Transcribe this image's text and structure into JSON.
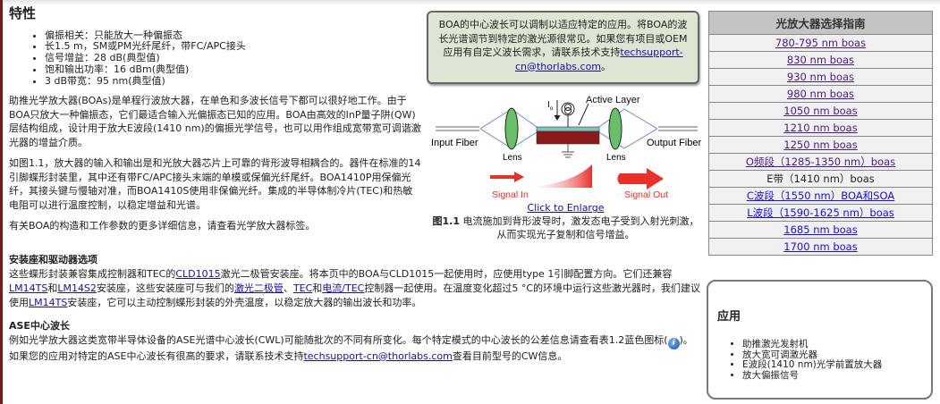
{
  "features": {
    "title": "特性",
    "items": [
      "偏振相关：只能放大一种偏振态",
      "长1.5 m，SM或PM光纤尾纤，带FC/APC接头",
      "信号增益：28 dB(典型值)",
      "饱和输出功率：16 dBm(典型值)",
      "3 dB带宽：95 nm(典型值)"
    ],
    "para1": "助推光学放大器(BOAs)是单程行波放大器，在单色和多波长信号下都可以很好地工作。由于BOA只放大一种偏振态，它们最适合输入光偏振态已知的应用。BOA由高效的InP量子阱(QW)层结构组成，设计用于放大E波段(1410 nm)的偏振光学信号，也可以用作组成宽带宽可调谐激光器的增益介质。",
    "para2": "如图1.1，放大器的输入和输出是和光放大器芯片上可靠的背形波导相耦合的。器件在标准的14引脚蝶形封装里，其中还有带FC/APC接头末端的单模或保偏光纤尾纤。BOA1410P用保偏光纤，其接头键与慢轴对准，而BOA1410S使用非保偏光纤。集成的半导体制冷片(TEC)和热敏电阻可以进行温度控制，以稳定增益和光谱。",
    "para3": "有关BOA的构造和工作参数的更多详细信息，请查看光学放大器标签。"
  },
  "mounts": {
    "title": "安装座和驱动器选项",
    "t1": "这些蝶形封装兼容集成控制器和TEC的",
    "l1": "CLD1015",
    "t2": "激光二极管安装座。将本页中的BOA与CLD1015一起使用时，应使用type 1引脚配置方向。它们还兼容",
    "l2": "LM14TS",
    "t3": "和",
    "l3": "LM14S2",
    "t4": "安装座，这些安装座可与我们的",
    "l4": "激光二极管",
    "t5": "、",
    "l5": "TEC",
    "t6": "和",
    "l6": "电流/TEC",
    "t7": "控制器一起使用。在温度变化超过5 °C的环境中运行这些激光器时，我们建议使用",
    "l7": "LM14TS",
    "t8": "安装座，它可以主动控制蝶形封装的外壳温度，以稳定放大器的输出波长和功率。"
  },
  "ase": {
    "title": "ASE中心波长",
    "t1": "例如光学放大器这类宽带半导体设备的ASE光谱中心波长(CWL)可能随批次的不同有所变化。每个特定模式的中心波长的公差信息请查看表1.2蓝色图标(",
    "icon": "i",
    "t2": ")。如果您的应用对特定的ASE中心波长有很高的要求，请联系技术支持",
    "link": "techsupport-cn@thorlabs.com",
    "t3": "查看目前型号的CW信息。"
  },
  "callout": {
    "text": "BOA的中心波长可以调制以适应特定的应用。将BOA的波长光谱调节到特定的激光源很常见。如果您有项目或OEM应用有自定义波长需求，请联系技术支持",
    "link": "techsupport-cn@thorlabs.com",
    "end": "。"
  },
  "diagram": {
    "active_layer": "Active Layer",
    "current": "I",
    "current_sub": "o",
    "input_fiber": "Input Fiber",
    "output_fiber": "Output Fiber",
    "lens_left": "Lens",
    "lens_right": "Lens",
    "signal_in": "Signal In",
    "signal_out": "Signal Out",
    "colors": {
      "lens": "#6abf69",
      "chip": "#8b1a1a",
      "layer": "#7fc4bf",
      "signal": "#e8302a"
    }
  },
  "enlarge": "Click to Enlarge",
  "caption": {
    "label": "图1.1",
    "text": " 电流施加到背形波导时，激发态电子受到入射光刺激，从而实现光子复制和信号增益。"
  },
  "guide": {
    "title": "光放大器选择指南",
    "rows": [
      {
        "label": "780-795 nm boas",
        "link": true,
        "visited": true
      },
      {
        "label": "830 nm boas",
        "link": true,
        "visited": true
      },
      {
        "label": "930 nm boas",
        "link": true,
        "visited": true
      },
      {
        "label": "980 nm boas",
        "link": true,
        "visited": true
      },
      {
        "label": "1050 nm boas",
        "link": true,
        "visited": true
      },
      {
        "label": "1210 nm boas",
        "link": true,
        "visited": true
      },
      {
        "label": "1250 nm boas",
        "link": true,
        "visited": true
      },
      {
        "label": "O频段（1285-1350 nm）boas",
        "link": true,
        "visited": true
      },
      {
        "label": "E带（1410 nm）boas",
        "link": false
      },
      {
        "label": "C波段（1550 nm）BOA和SOA",
        "link": true,
        "visited": false
      },
      {
        "label": "L波段（1590-1625 nm）boas",
        "link": true,
        "visited": false
      },
      {
        "label": "1685 nm boas",
        "link": true,
        "visited": false
      },
      {
        "label": "1700 nm boas",
        "link": true,
        "visited": false
      }
    ]
  },
  "applications": {
    "title": "应用",
    "items": [
      "助推激光发射机",
      "放大宽可调激光器",
      "E波段(1410 nm)光学前置放大器",
      "放大偏振信号"
    ]
  }
}
